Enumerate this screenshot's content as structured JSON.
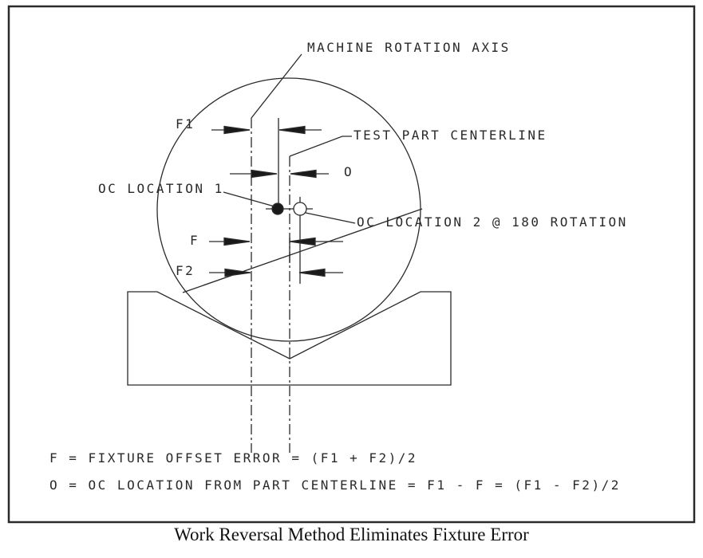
{
  "figure": {
    "caption": "Work Reversal Method Eliminates Fixture Error",
    "labels": {
      "machine_rotation_axis": "MACHINE ROTATION AXIS",
      "test_part_centerline": "TEST PART CENTERLINE",
      "oc_location_1": "OC LOCATION 1",
      "oc_location_2": "OC LOCATION 2 @ 180 ROTATION"
    },
    "dimensions": {
      "f1": "F1",
      "o": "O",
      "f": "F",
      "f2": "F2"
    },
    "formulas": [
      "F = FIXTURE OFFSET ERROR = (F1 + F2)/2",
      "O = OC LOCATION FROM PART CENTERLINE = F1 - F = (F1 - F2)/2"
    ],
    "colors": {
      "line": "#2a2a2a",
      "background": "#ffffff"
    }
  }
}
